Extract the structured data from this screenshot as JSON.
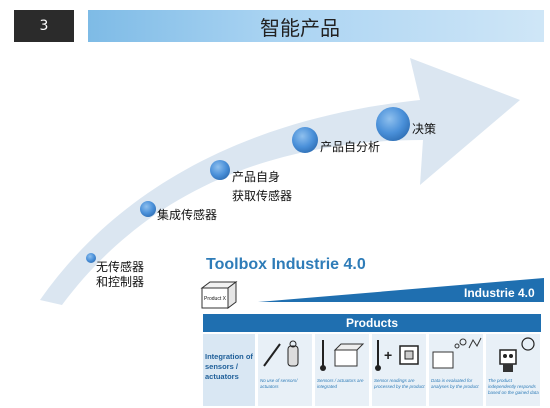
{
  "slide": {
    "number": "3",
    "title": "智能产品"
  },
  "stages": [
    {
      "label_lines": [
        "无传感器",
        "和控制器"
      ]
    },
    {
      "label_lines": [
        "集成传感器"
      ]
    },
    {
      "label_lines": [
        "产品自身",
        "获取传感器"
      ]
    },
    {
      "label_lines": [
        "产品自分析"
      ]
    },
    {
      "label_lines": [
        "决策"
      ]
    }
  ],
  "toolbox": {
    "title": "Toolbox Industrie 4.0",
    "banner": "Industrie 4.0",
    "box_label": "Product X",
    "section_header": "Products",
    "row_header": "Integration of sensors / actuators",
    "cells": [
      {
        "description": "No use of sensors/ actuators"
      },
      {
        "description": "Sensors / actuators are integrated"
      },
      {
        "description": "Sensor readings are processed by the product"
      },
      {
        "description": "Data is evaluated for analyses by the product"
      },
      {
        "description": "The product independently responds based on the gained data"
      }
    ]
  },
  "colors": {
    "arrow": "#dbe6f1",
    "node": "#4a90d9",
    "title_bar": "#a9d3f2",
    "toolbox_blue": "#1f6fb0"
  }
}
